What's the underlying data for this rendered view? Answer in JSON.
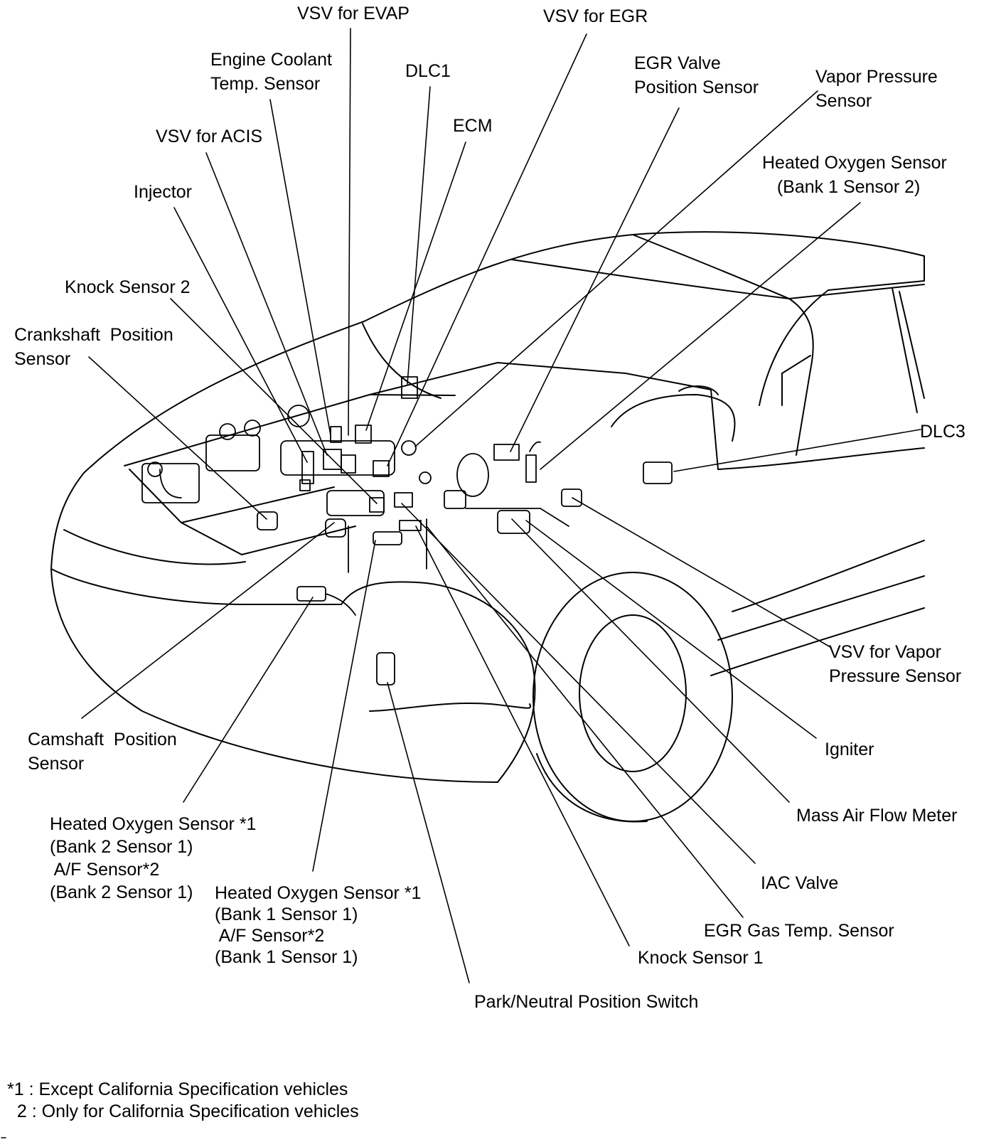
{
  "labels": {
    "vsv_evap": "VSV for EVAP",
    "vsv_egr": "VSV for EGR",
    "engine_coolant_temp_sensor": "Engine Coolant\nTemp. Sensor",
    "dlc1": "DLC1",
    "egr_valve_position_sensor": "EGR Valve\nPosition Sensor",
    "vapor_pressure_sensor": "Vapor Pressure\nSensor",
    "ecm": "ECM",
    "vsv_acis": "VSV for ACIS",
    "heated_o2_b1s2": "Heated Oxygen Sensor\n   (Bank 1 Sensor 2)",
    "injector": "Injector",
    "knock_sensor_2": "Knock Sensor 2",
    "crankshaft_position_sensor": "Crankshaft  Position\nSensor",
    "dlc3": "DLC3",
    "vsv_vapor_pressure_sensor": "VSV for Vapor\nPressure Sensor",
    "camshaft_position_sensor": "Camshaft  Position\nSensor",
    "igniter": "Igniter",
    "mass_air_flow_meter": "Mass Air Flow Meter",
    "heated_o2_bank2": "Heated Oxygen Sensor *1\n(Bank 2 Sensor 1)\n A/F Sensor*2\n(Bank 2 Sensor 1)",
    "iac_valve": "IAC Valve",
    "heated_o2_bank1": "Heated Oxygen Sensor *1\n(Bank 1 Sensor 1)\n A/F Sensor*2\n(Bank 1 Sensor 1)",
    "egr_gas_temp_sensor": "EGR Gas Temp. Sensor",
    "knock_sensor_1": "Knock Sensor 1",
    "park_neutral_switch": "Park/Neutral Position Switch"
  },
  "footnotes": [
    "*1 : Except California Specification vehicles",
    "  2 : Only for California Specification vehicles"
  ]
}
